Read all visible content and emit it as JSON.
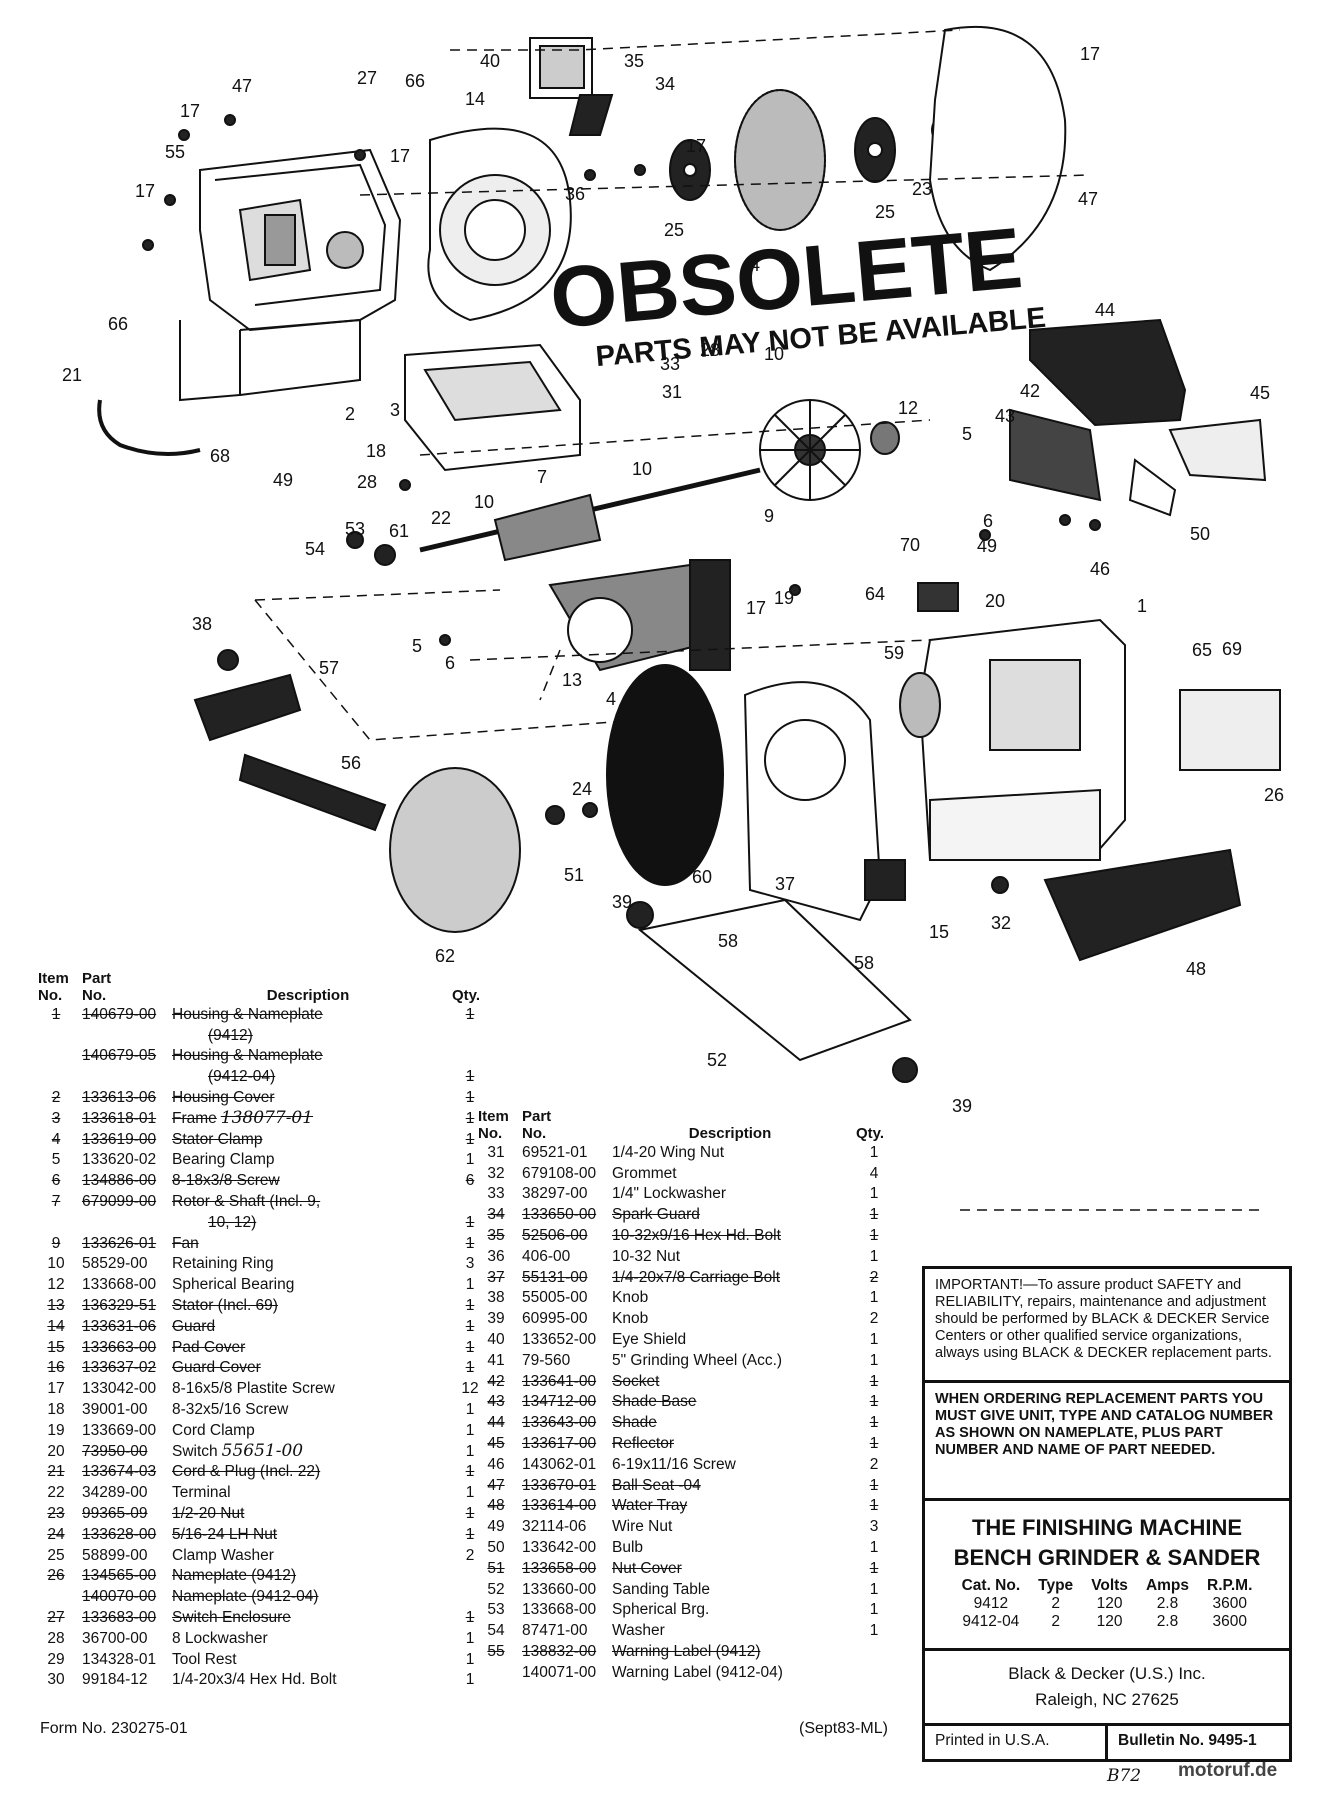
{
  "stamp": {
    "title": "OBSOLETE",
    "subtitle": "PARTS MAY NOT BE AVAILABLE"
  },
  "callouts": [
    "40",
    "35",
    "34",
    "27",
    "66",
    "47",
    "17",
    "14",
    "17",
    "55",
    "17",
    "36",
    "17",
    "25",
    "23",
    "25",
    "47",
    "17",
    "4",
    "66",
    "31",
    "33",
    "28",
    "10",
    "44",
    "21",
    "2",
    "3",
    "42",
    "45",
    "43",
    "5",
    "12",
    "68",
    "18",
    "49",
    "28",
    "10",
    "22",
    "7",
    "6",
    "9",
    "70",
    "49",
    "46",
    "50",
    "54",
    "53",
    "61",
    "10",
    "64",
    "20",
    "1",
    "5",
    "6",
    "38",
    "69",
    "13",
    "4",
    "17",
    "19",
    "57",
    "6",
    "59",
    "65",
    "56",
    "26",
    "24",
    "51",
    "60",
    "37",
    "32",
    "58",
    "39",
    "62",
    "15",
    "58",
    "48",
    "52",
    "39"
  ],
  "table_left": {
    "headers": {
      "item": "Item",
      "no": "No.",
      "part": "Part",
      "partno": "No.",
      "desc": "Description",
      "qty": "Qty."
    },
    "rows": [
      {
        "no": "1",
        "part": "140679-00",
        "desc": "Housing & Nameplate",
        "qty": "1",
        "struck": true
      },
      {
        "no": "",
        "part": "",
        "desc": "(9412)",
        "qty": "",
        "struck": true,
        "cont": true
      },
      {
        "no": "",
        "part": "140679-05",
        "desc": "Housing & Nameplate",
        "qty": "",
        "struck": true
      },
      {
        "no": "",
        "part": "",
        "desc": "(9412-04)",
        "qty": "1",
        "struck": true,
        "cont": true
      },
      {
        "no": "2",
        "part": "133613-06",
        "desc": "Housing Cover",
        "qty": "1",
        "struck": true
      },
      {
        "no": "3",
        "part": "133618-01",
        "desc": "Frame",
        "qty": "1",
        "struck": true,
        "hand": "138077-01"
      },
      {
        "no": "4",
        "part": "133619-00",
        "desc": "Stator Clamp",
        "qty": "1",
        "struck": true
      },
      {
        "no": "5",
        "part": "133620-02",
        "desc": "Bearing Clamp",
        "qty": "1",
        "struck": false
      },
      {
        "no": "6",
        "part": "134886-00",
        "desc": "8-18x3/8 Screw",
        "qty": "6",
        "struck": true
      },
      {
        "no": "7",
        "part": "679099-00",
        "desc": "Rotor & Shaft (Incl. 9,",
        "qty": "",
        "struck": true
      },
      {
        "no": "",
        "part": "",
        "desc": "10, 12)",
        "qty": "1",
        "struck": true,
        "cont": true
      },
      {
        "no": "9",
        "part": "133626-01",
        "desc": "Fan",
        "qty": "1",
        "struck": true
      },
      {
        "no": "10",
        "part": "58529-00",
        "desc": "Retaining Ring",
        "qty": "3",
        "struck": false
      },
      {
        "no": "12",
        "part": "133668-00",
        "desc": "Spherical Bearing",
        "qty": "1",
        "struck": false
      },
      {
        "no": "13",
        "part": "136329-51",
        "desc": "Stator (Incl. 69)",
        "qty": "1",
        "struck": true
      },
      {
        "no": "14",
        "part": "133631-06",
        "desc": "Guard",
        "qty": "1",
        "struck": true
      },
      {
        "no": "15",
        "part": "133663-00",
        "desc": "Pad Cover",
        "qty": "1",
        "struck": true
      },
      {
        "no": "16",
        "part": "133637-02",
        "desc": "Guard Cover",
        "qty": "1",
        "struck": true
      },
      {
        "no": "17",
        "part": "133042-00",
        "desc": "8-16x5/8 Plastite Screw",
        "qty": "12",
        "struck": false
      },
      {
        "no": "18",
        "part": "39001-00",
        "desc": "8-32x5/16 Screw",
        "qty": "1",
        "struck": false
      },
      {
        "no": "19",
        "part": "133669-00",
        "desc": "Cord Clamp",
        "qty": "1",
        "struck": false
      },
      {
        "no": "20",
        "part": "73950-00",
        "desc": "Switch",
        "qty": "1",
        "struck": false,
        "hand": "55651-00",
        "partstruck": true
      },
      {
        "no": "21",
        "part": "133674-03",
        "desc": "Cord & Plug (Incl. 22)",
        "qty": "1",
        "struck": true
      },
      {
        "no": "22",
        "part": "34289-00",
        "desc": "Terminal",
        "qty": "1",
        "struck": false
      },
      {
        "no": "23",
        "part": "99365-09",
        "desc": "1/2-20 Nut",
        "qty": "1",
        "struck": true
      },
      {
        "no": "24",
        "part": "133628-00",
        "desc": "5/16-24 LH Nut",
        "qty": "1",
        "struck": true
      },
      {
        "no": "25",
        "part": "58899-00",
        "desc": "Clamp Washer",
        "qty": "2",
        "struck": false
      },
      {
        "no": "26",
        "part": "134565-00",
        "desc": "Nameplate (9412)",
        "qty": "",
        "struck": true
      },
      {
        "no": "",
        "part": "140070-00",
        "desc": "Nameplate (9412-04)",
        "qty": "",
        "struck": true
      },
      {
        "no": "27",
        "part": "133683-00",
        "desc": "Switch Enclosure",
        "qty": "1",
        "struck": true
      },
      {
        "no": "28",
        "part": "36700-00",
        "desc": "8 Lockwasher",
        "qty": "1",
        "struck": false
      },
      {
        "no": "29",
        "part": "134328-01",
        "desc": "Tool Rest",
        "qty": "1",
        "struck": false
      },
      {
        "no": "30",
        "part": "99184-12",
        "desc": "1/4-20x3/4 Hex Hd. Bolt",
        "qty": "1",
        "struck": false
      }
    ]
  },
  "table_right": {
    "headers": {
      "item": "Item",
      "no": "No.",
      "part": "Part",
      "partno": "No.",
      "desc": "Description",
      "qty": "Qty."
    },
    "rows": [
      {
        "no": "31",
        "part": "69521-01",
        "desc": "1/4-20 Wing Nut",
        "qty": "1",
        "struck": false
      },
      {
        "no": "32",
        "part": "679108-00",
        "desc": "Grommet",
        "qty": "4",
        "struck": false
      },
      {
        "no": "33",
        "part": "38297-00",
        "desc": "1/4\" Lockwasher",
        "qty": "1",
        "struck": false
      },
      {
        "no": "34",
        "part": "133650-00",
        "desc": "Spark Guard",
        "qty": "1",
        "struck": true
      },
      {
        "no": "35",
        "part": "52506-00",
        "desc": "10-32x9/16 Hex Hd. Bolt",
        "qty": "1",
        "struck": true
      },
      {
        "no": "36",
        "part": "406-00",
        "desc": "10-32 Nut",
        "qty": "1",
        "struck": false
      },
      {
        "no": "37",
        "part": "55131-00",
        "desc": "1/4-20x7/8 Carriage Bolt",
        "qty": "2",
        "struck": true
      },
      {
        "no": "38",
        "part": "55005-00",
        "desc": "Knob",
        "qty": "1",
        "struck": false
      },
      {
        "no": "39",
        "part": "60995-00",
        "desc": "Knob",
        "qty": "2",
        "struck": false
      },
      {
        "no": "40",
        "part": "133652-00",
        "desc": "Eye Shield",
        "qty": "1",
        "struck": false
      },
      {
        "no": "41",
        "part": "79-560",
        "desc": "5\" Grinding Wheel (Acc.)",
        "qty": "1",
        "struck": false
      },
      {
        "no": "42",
        "part": "133641-00",
        "desc": "Socket",
        "qty": "1",
        "struck": true
      },
      {
        "no": "43",
        "part": "134712-00",
        "desc": "Shade Base",
        "qty": "1",
        "struck": true
      },
      {
        "no": "44",
        "part": "133643-00",
        "desc": "Shade",
        "qty": "1",
        "struck": true
      },
      {
        "no": "45",
        "part": "133617-00",
        "desc": "Reflector",
        "qty": "1",
        "struck": true
      },
      {
        "no": "46",
        "part": "143062-01",
        "desc": "6-19x11/16 Screw",
        "qty": "2",
        "struck": false
      },
      {
        "no": "47",
        "part": "133670-01",
        "desc": "Ball Seat -04",
        "qty": "1",
        "struck": true
      },
      {
        "no": "48",
        "part": "133614-00",
        "desc": "Water Tray",
        "qty": "1",
        "struck": true
      },
      {
        "no": "49",
        "part": "32114-06",
        "desc": "Wire Nut",
        "qty": "3",
        "struck": false
      },
      {
        "no": "50",
        "part": "133642-00",
        "desc": "Bulb",
        "qty": "1",
        "struck": false
      },
      {
        "no": "51",
        "part": "133658-00",
        "desc": "Nut Cover",
        "qty": "1",
        "struck": true
      },
      {
        "no": "52",
        "part": "133660-00",
        "desc": "Sanding Table",
        "qty": "1",
        "struck": false
      },
      {
        "no": "53",
        "part": "133668-00",
        "desc": "Spherical Brg.",
        "qty": "1",
        "struck": false
      },
      {
        "no": "54",
        "part": "87471-00",
        "desc": "Washer",
        "qty": "1",
        "struck": false
      },
      {
        "no": "55",
        "part": "138832-00",
        "desc": "Warning Label (9412)",
        "qty": "",
        "struck": true
      },
      {
        "no": "",
        "part": "140071-00",
        "desc": "Warning Label (9412-04)",
        "qty": "",
        "struck": false
      }
    ]
  },
  "info_box": {
    "important": "IMPORTANT!—To assure product SAFETY and RELIABILITY, repairs, maintenance and adjustment should be performed by BLACK & DECKER Service Centers or other qualified service organizations, always using BLACK & DECKER replacement parts.",
    "ordering": "WHEN ORDERING REPLACEMENT PARTS YOU MUST GIVE UNIT, TYPE AND CATALOG NUMBER AS SHOWN ON NAMEPLATE, PLUS PART NUMBER AND NAME OF PART NEEDED.",
    "product_line1": "THE FINISHING MACHINE",
    "product_line2": "BENCH GRINDER & SANDER",
    "spec_headers": [
      "Cat. No.",
      "Type",
      "Volts",
      "Amps",
      "R.P.M."
    ],
    "spec_rows": [
      [
        "9412",
        "2",
        "120",
        "2.8",
        "3600"
      ],
      [
        "9412-04",
        "2",
        "120",
        "2.8",
        "3600"
      ]
    ],
    "company": "Black & Decker (U.S.) Inc.",
    "city": "Raleigh, NC 27625",
    "printed": "Printed in U.S.A.",
    "bulletin": "Bulletin No. 9495-1"
  },
  "footer": {
    "form_no": "Form No. 230275-01",
    "date": "(Sept83-ML)",
    "corner_mark": "B72",
    "brand": "motoruf.de"
  }
}
